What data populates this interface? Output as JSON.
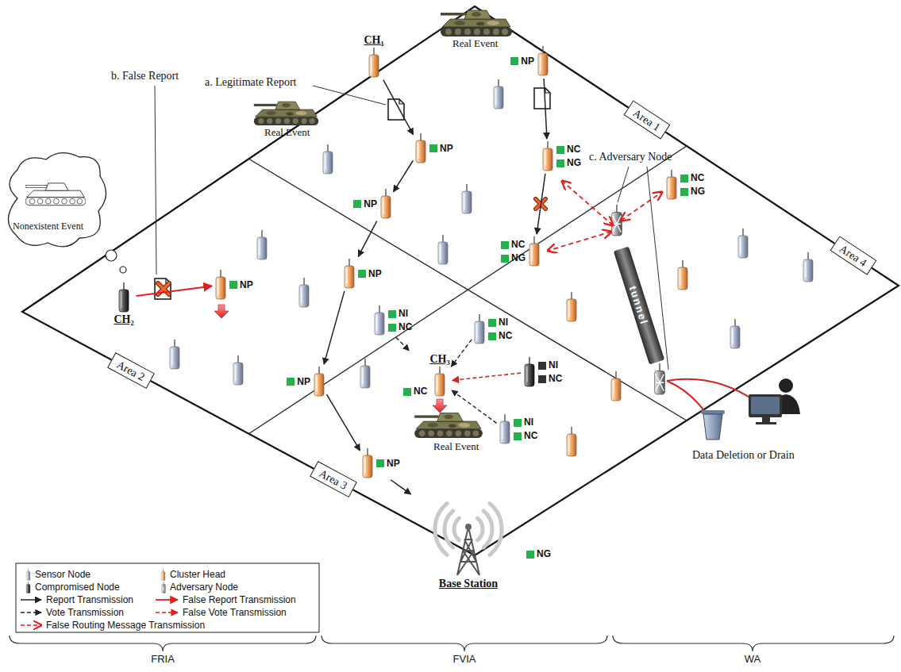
{
  "diagram": {
    "nodes": [
      {
        "text": [
          "CH₁"
        ]
      },
      {
        "text": [
          "NP"
        ]
      },
      {
        "text": [
          "Area 1"
        ]
      },
      {
        "text": [
          "NP"
        ]
      },
      {
        "text": [
          "NC",
          "NG"
        ]
      },
      {
        "text": [
          "NC",
          "NG"
        ]
      },
      {
        "text": [
          "NP"
        ]
      },
      {
        "text": [
          "tunnel"
        ]
      },
      {
        "text": [
          "NC",
          "NG"
        ]
      },
      {
        "text": [
          "NP"
        ]
      },
      {
        "text": [
          "CH₂"
        ]
      },
      {
        "text": [
          "NP"
        ]
      },
      {
        "text": [
          "NI",
          "NC"
        ]
      },
      {
        "text": [
          "NI",
          "NC"
        ]
      },
      {
        "text": [
          "Area 2"
        ]
      },
      {
        "text": [
          "CH₃",
          "NC"
        ]
      },
      {
        "text": [
          "NI",
          "NC"
        ]
      },
      {
        "text": [
          "NP"
        ]
      },
      {
        "text": [
          "NI",
          "NC"
        ]
      },
      {
        "text": [
          "Area 4"
        ]
      },
      {
        "text": [
          "NP"
        ]
      },
      {
        "text": [
          "Area 3"
        ]
      },
      {
        "text": [
          "NG",
          "Base Station"
        ]
      }
    ],
    "edges": [
      {
        "from": 0,
        "to": 3,
        "arrow": "to"
      },
      {
        "from": 3,
        "to": 6,
        "arrow": "to"
      },
      {
        "from": 6,
        "to": 9,
        "arrow": "to"
      },
      {
        "from": 9,
        "to": 17,
        "arrow": "to"
      },
      {
        "from": 17,
        "to": 20,
        "arrow": "to"
      },
      {
        "from": 20,
        "to": 22,
        "arrow": "to"
      },
      {
        "from": 10,
        "to": 11,
        "arrow": "to"
      },
      {
        "from": 1,
        "to": 4,
        "arrow": "to"
      },
      {
        "from": 4,
        "to": 8,
        "arrow": "to"
      },
      {
        "from": 12,
        "to": 15,
        "arrow": "to"
      },
      {
        "from": 13,
        "to": 15,
        "arrow": "to"
      },
      {
        "from": 16,
        "to": 15,
        "arrow": "to"
      },
      {
        "from": 18,
        "to": 15,
        "arrow": "to"
      }
    ],
    "labels": [
      "b. False Report",
      "a. Legitimate Report",
      "Real Event",
      "Real Event",
      "c. Adversary Node",
      "Nonexistent Event",
      "Real Event",
      "Data Deletion or Drain",
      "FRIA",
      "FVIA",
      "WA"
    ],
    "legend": [
      {
        "text": "Sensor Node"
      },
      {
        "text": "Cluster Head"
      },
      {
        "text": "Compromised Node"
      },
      {
        "text": "Adversary Node"
      },
      {
        "text": "Report Transmission"
      },
      {
        "text": "False Report Transmission"
      },
      {
        "text": "Vote Transmission"
      },
      {
        "text": "False Vote Transmission"
      },
      {
        "text": "False Routing Message Transmission"
      }
    ]
  }
}
